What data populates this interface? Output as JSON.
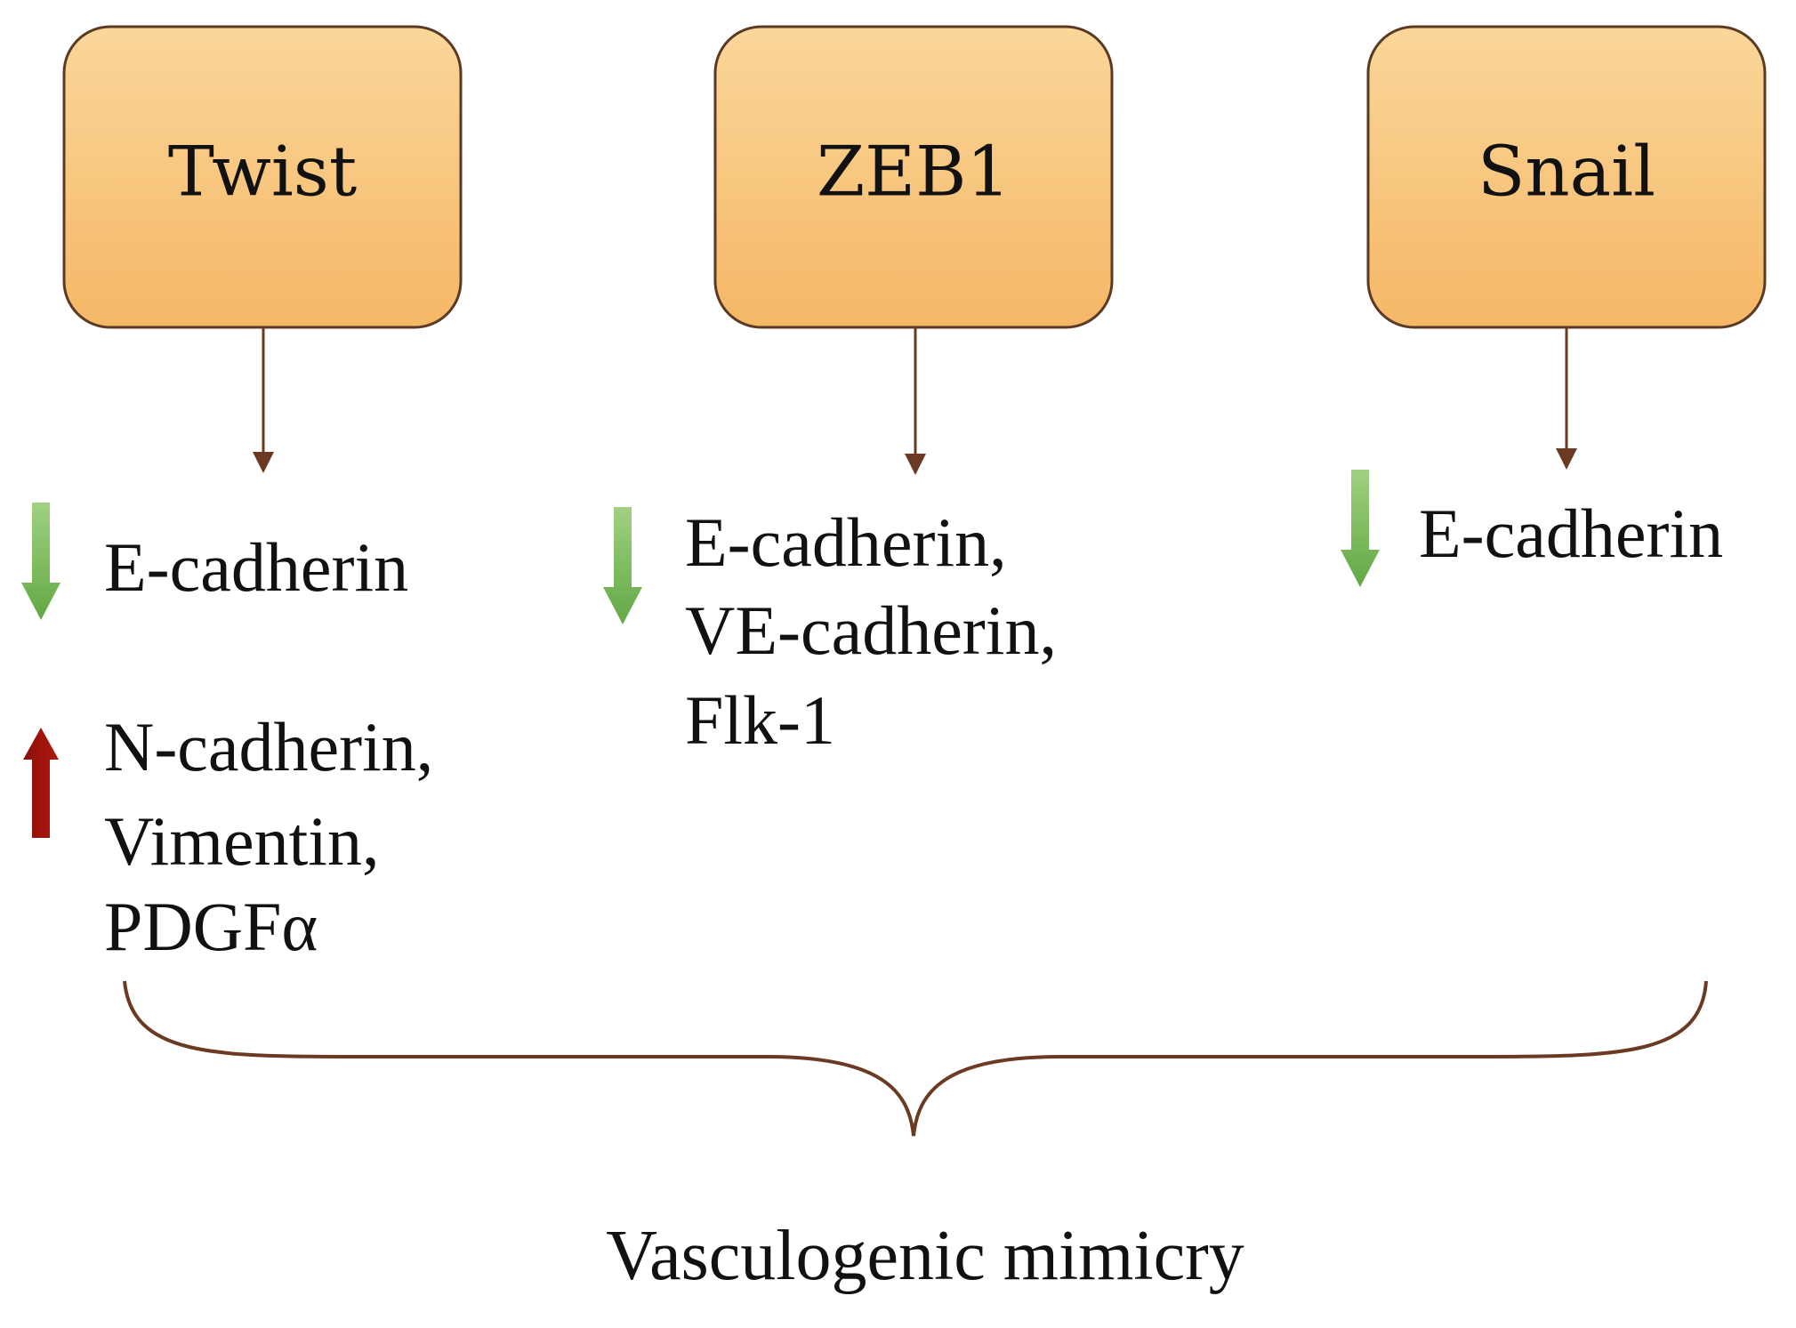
{
  "colors": {
    "box_fill_top": "#fad79a",
    "box_fill_bottom": "#f5b766",
    "box_stroke": "#5a3a24",
    "connector": "#6b3a22",
    "down_arrow": "#63a845",
    "up_arrow": "#b0180f"
  },
  "nodes": [
    {
      "label": "Twist",
      "effects": [
        {
          "direction": "down",
          "lines": [
            "E-cadherin"
          ]
        },
        {
          "direction": "up",
          "lines": [
            "N-cadherin,",
            "Vimentin,",
            "PDGFα"
          ]
        }
      ]
    },
    {
      "label": "ZEB1",
      "effects": [
        {
          "direction": "down",
          "lines": [
            "E-cadherin,",
            "VE-cadherin,",
            "Flk-1"
          ]
        }
      ]
    },
    {
      "label": "Snail",
      "effects": [
        {
          "direction": "down",
          "lines": [
            "E-cadherin"
          ]
        }
      ]
    }
  ],
  "outcome": "Vasculogenic mimicry",
  "icons": {
    "down": "green-down-arrow-icon",
    "up": "red-up-arrow-icon",
    "brace": "curly-brace"
  }
}
